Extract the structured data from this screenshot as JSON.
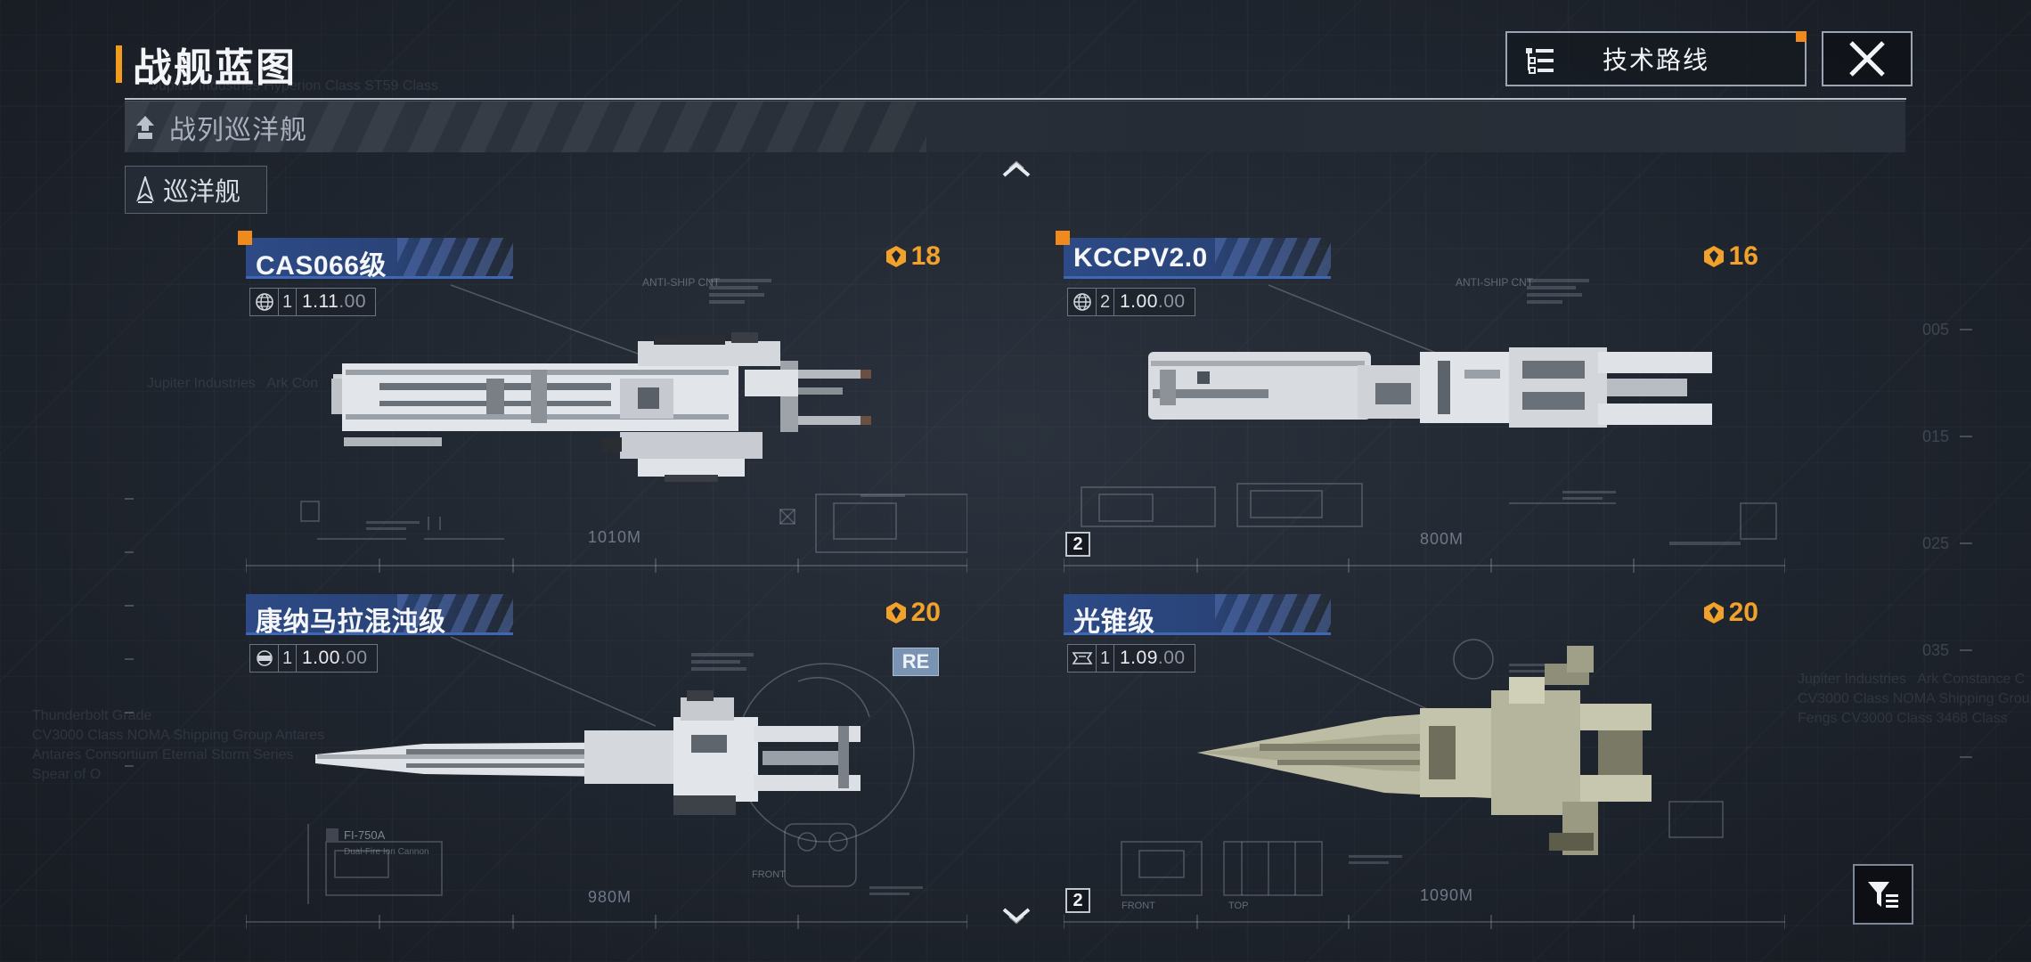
{
  "header": {
    "title": "战舰蓝图",
    "tech_route_label": "技术路线"
  },
  "class_bar": {
    "label": "战列巡洋舰"
  },
  "sub_tab": {
    "label": "巡洋舰"
  },
  "background_text": {
    "top": "Jupiter Industries Hyperion Class ST59 Class",
    "left_block": "Thunderbolt Grade\nCV3000 Class NOMA Shipping Group Antares\nAntares Consortium Eternal Storm Series\nSpear of O",
    "right_block": "Jupiter Industries   Ark Constance C\nCV3000 Class NOMA Shipping Group A\nFengs CV3000 Class 3468 Class",
    "mid": "Jupiter Industries   Ark Con",
    "scale_labels": [
      "005",
      "015",
      "025",
      "035"
    ]
  },
  "ships": [
    {
      "name": "CAS066级",
      "cost": "18",
      "stat_icon": "globe-icon",
      "level": "1",
      "ratio_main": "1.11",
      "ratio_dim": ".00",
      "length": "1010M",
      "has_marker": true,
      "extra_badge": "",
      "blueprint_text": [
        "ANTI-SHIP CNT"
      ],
      "hull_color": "#d9dde2"
    },
    {
      "name": "KCCPV2.0",
      "cost": "16",
      "stat_icon": "globe-icon",
      "level": "2",
      "ratio_main": "1.00",
      "ratio_dim": ".00",
      "length": "800M",
      "has_marker": true,
      "extra_badge": "2",
      "blueprint_text": [
        "ANTI-SHIP CNT"
      ],
      "hull_color": "#d4d8dd"
    },
    {
      "name": "康纳马拉混沌级",
      "cost": "20",
      "stat_icon": "faction-icon",
      "level": "1",
      "ratio_main": "1.00",
      "ratio_dim": ".00",
      "length": "980M",
      "has_marker": false,
      "extra_badge": "RE",
      "blueprint_text": [
        "FI-750A",
        "Dual-Fire Ion Cannon",
        "FRONT"
      ],
      "hull_color": "#dfe2e6"
    },
    {
      "name": "光锥级",
      "cost": "20",
      "stat_icon": "faction-icon",
      "level": "1",
      "ratio_main": "1.09",
      "ratio_dim": ".00",
      "length": "1090M",
      "has_marker": false,
      "extra_badge": "2",
      "blueprint_text": [
        "FRONT",
        "TOP"
      ],
      "hull_color": "#b9b8a0"
    }
  ],
  "colors": {
    "accent_orange": "#f08a1c",
    "cost_gold": "#f2a22a",
    "name_bar_blue": "#2d4a86",
    "re_badge": "#7a93b3"
  },
  "icons": {
    "close": "close-icon",
    "tech_route": "tech-tree-icon",
    "filter": "filter-icon",
    "nav_up": "chevron-up-icon",
    "nav_down": "chevron-down-icon",
    "cost": "cost-emblem-icon",
    "class_bar": "battlecruiser-icon",
    "sub_tab": "cruiser-icon"
  }
}
